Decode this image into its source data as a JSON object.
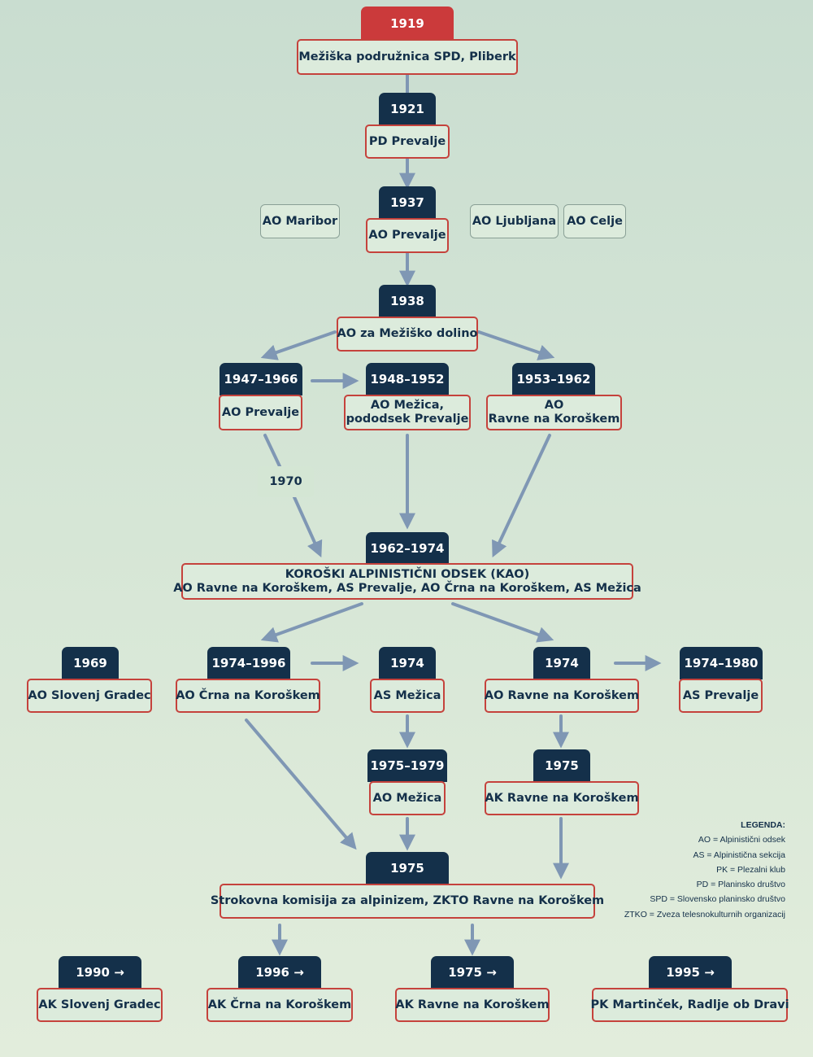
{
  "colors": {
    "background": "#d3e4d3",
    "year_tag": "#14304a",
    "year_tag_highlight": "#cb3a3b",
    "box_border": "#c5423c",
    "box_fill": "#dcebdc",
    "arrow": "#7f97b4"
  },
  "nodes": {
    "n1919": {
      "year": "1919",
      "label": "Mežiška podružnica SPD, Pliberk"
    },
    "n1921": {
      "year": "1921",
      "label": "PD Prevalje"
    },
    "n1937": {
      "year": "1937",
      "label": "AO Prevalje"
    },
    "ao_maribor": {
      "label": "AO Maribor"
    },
    "ao_ljubljana": {
      "label": "AO Ljubljana"
    },
    "ao_celje": {
      "label": "AO Celje"
    },
    "n1938": {
      "year": "1938",
      "label": "AO za Mežiško dolino"
    },
    "n1947": {
      "year": "1947–1966",
      "label": "AO Prevalje"
    },
    "n1948": {
      "year": "1948–1952",
      "label_line1": "AO Mežica,",
      "label_line2": "pododsek Prevalje"
    },
    "n1953": {
      "year": "1953–1962",
      "label_line1": "AO",
      "label_line2": "Ravne na Koroškem"
    },
    "n1970": {
      "label": "1970"
    },
    "kao": {
      "year": "1962–1974",
      "label_line1": "KOROŠKI ALPINISTIČNI ODSEK (KAO)",
      "label_line2": "AO Ravne na Koroškem, AS Prevalje, AO Črna na Koroškem, AS Mežica"
    },
    "n1969": {
      "year": "1969",
      "label": "AO Slovenj Gradec"
    },
    "n1974_crna": {
      "year": "1974–1996",
      "label": "AO Črna na Koroškem"
    },
    "n1974_mezica": {
      "year": "1974",
      "label": "AS Mežica"
    },
    "n1974_ravne": {
      "year": "1974",
      "label": "AO Ravne na Koroškem"
    },
    "n1974_prevalje": {
      "year": "1974–1980",
      "label": "AS Prevalje"
    },
    "n1975_mezica": {
      "year": "1975–1979",
      "label": "AO Mežica"
    },
    "n1975_ak": {
      "year": "1975",
      "label": "AK Ravne na Koroškem"
    },
    "komisija": {
      "year": "1975",
      "label": "Strokovna komisija za alpinizem, ZKTO Ravne na Koroškem"
    },
    "b1990": {
      "year": "1990 →",
      "label": "AK Slovenj Gradec"
    },
    "b1996": {
      "year": "1996 →",
      "label": "AK Črna na Koroškem"
    },
    "b1975": {
      "year": "1975 →",
      "label": "AK Ravne na Koroškem"
    },
    "b1995": {
      "year": "1995 →",
      "label": "PK Martinček, Radlje ob Dravi"
    }
  },
  "legend": {
    "title": "LEGENDA:",
    "items": [
      "AO = Alpinistični odsek",
      "AS = Alpinistična sekcija",
      "PK = Plezalni klub",
      "PD = Planinsko društvo",
      "SPD = Slovensko planinsko društvo",
      "ZTKO = Zveza telesnokulturnih organizacij"
    ]
  }
}
